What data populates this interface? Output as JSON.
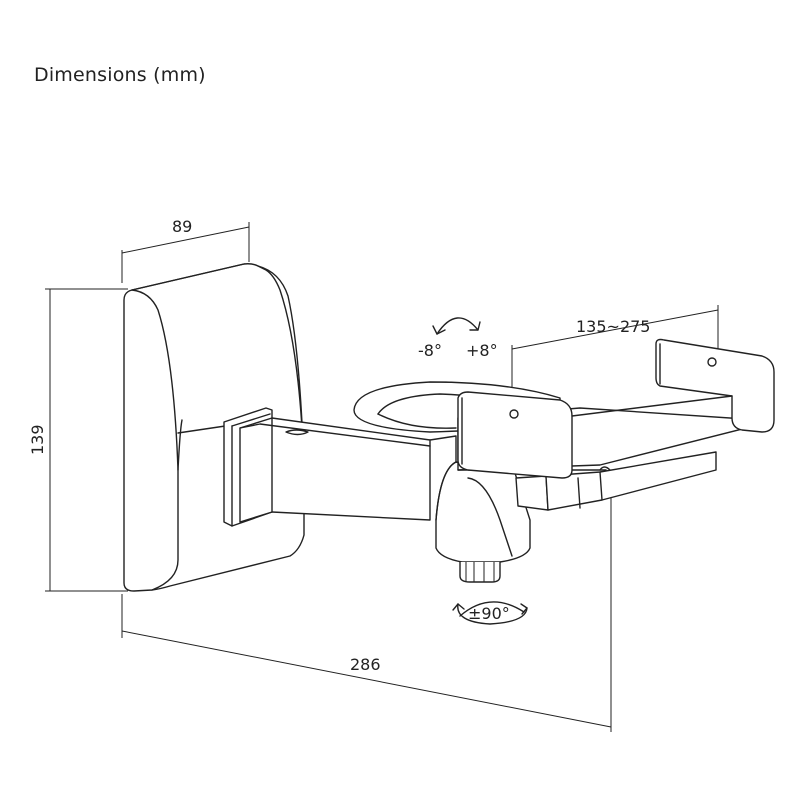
{
  "title": "Dimensions (mm)",
  "dimensions": {
    "width_plate": "89",
    "height_plate": "139",
    "total_depth": "286",
    "clamp_range": "135~275"
  },
  "angles": {
    "tilt_left": "-8°",
    "tilt_right": "+8°",
    "swivel": "±90°"
  }
}
